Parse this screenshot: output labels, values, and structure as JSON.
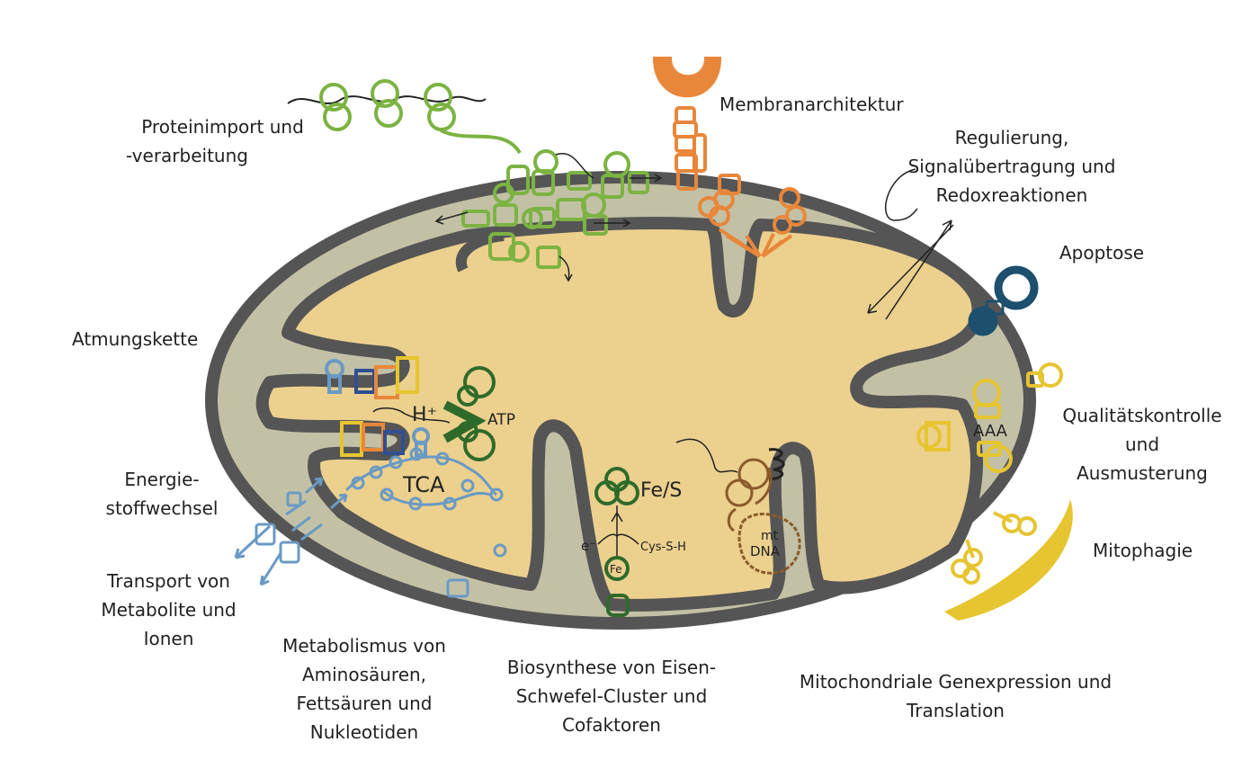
{
  "labels": {
    "protein_import": [
      "Proteinimport und",
      "-verarbeitung"
    ],
    "membrane": [
      "Membranarchitektur"
    ],
    "regulation": [
      "Regulierung,",
      "Signalübertragung und",
      "Redoxreaktionen"
    ],
    "apoptosis": [
      "Apoptose"
    ],
    "respiratory_chain": [
      "Atmungskette"
    ],
    "quality_control": [
      "Qualitätskontrolle",
      "und",
      "Ausmusterung"
    ],
    "energy_metabolism": [
      "Energie-",
      "stoffwechsel"
    ],
    "mitophagy": [
      "Mitophagie"
    ],
    "transport": [
      "Transport von",
      "Metabolite und",
      "Ionen"
    ],
    "metabolism": [
      "Metabolismus von",
      "Aminosäuren,",
      "Fettsäuren und",
      "Nukleotiden"
    ],
    "fes_biosynthesis": [
      "Biosynthese von Eisen-",
      "Schwefel-Cluster und",
      "Cofaktoren"
    ],
    "gene_expression": [
      "Mitochondriale Genexpression und",
      "Translation"
    ]
  },
  "inner_text": {
    "h_plus": "H⁺",
    "atp": "ATP",
    "tca": "TCA",
    "fes": "Fe/S",
    "electron": "e⁻",
    "cysteine": "Cys-S-H",
    "iron": "Fe",
    "mtdna_top": "mt",
    "mtdna_bottom": "DNA",
    "aaa": "AAA"
  },
  "colors": {
    "outer_fill": "#c2c1a6",
    "membrane": "#555555",
    "matrix": "#ecd08e",
    "import_green": "#7cb342",
    "membrane_orange": "#e8873a",
    "apoptosis_blue": "#1d4f6e",
    "qc_yellow": "#e6c531",
    "atp_dark_green": "#2e6b2a",
    "transport_blue": "#6a9ac4",
    "complex_blue": "#2f4f93",
    "dna_brown": "#8a5a2b"
  }
}
